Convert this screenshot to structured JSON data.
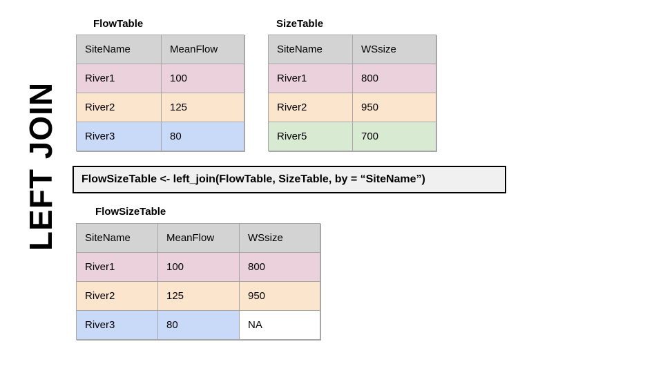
{
  "slide_title": "LEFT JOIN",
  "colors": {
    "header": "#d3d3d3",
    "pink": "#ead1dc",
    "peach": "#fce5cd",
    "blue": "#c9daf8",
    "green": "#d9ead3",
    "white": "#ffffff",
    "border": "#a6a6a6",
    "code_bg": "#f0f0f0"
  },
  "flow_table": {
    "title": "FlowTable",
    "headers": [
      "SiteName",
      "MeanFlow"
    ],
    "rows": [
      {
        "cells": [
          "River1",
          "100"
        ],
        "color": "pink"
      },
      {
        "cells": [
          "River2",
          "125"
        ],
        "color": "peach"
      },
      {
        "cells": [
          "River3",
          "80"
        ],
        "color": "blue"
      }
    ]
  },
  "size_table": {
    "title": "SizeTable",
    "headers": [
      "SiteName",
      "WSsize"
    ],
    "rows": [
      {
        "cells": [
          "River1",
          "800"
        ],
        "color": "pink"
      },
      {
        "cells": [
          "River2",
          "950"
        ],
        "color": "peach"
      },
      {
        "cells": [
          "River5",
          "700"
        ],
        "color": "green"
      }
    ]
  },
  "result_table": {
    "title": "FlowSizeTable",
    "headers": [
      "SiteName",
      "MeanFlow",
      "WSsize"
    ],
    "rows": [
      {
        "cells": [
          "River1",
          "100",
          "800"
        ],
        "color": "pink"
      },
      {
        "cells": [
          "River2",
          "125",
          "950"
        ],
        "color": "peach"
      },
      {
        "cells": [
          "River3",
          "80",
          "NA"
        ],
        "color": "blue",
        "cell_colors": [
          "blue",
          "blue",
          "white"
        ]
      }
    ]
  },
  "code": {
    "text": "FlowSizeTable <- left_join(FlowTable, SizeTable, by = “SiteName”)"
  }
}
